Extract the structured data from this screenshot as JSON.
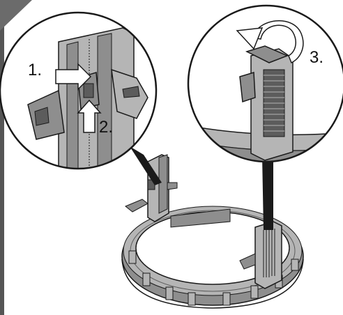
{
  "steps": [
    {
      "number": "1.",
      "description": ""
    },
    {
      "number": "2.",
      "description": ""
    },
    {
      "number": "3.",
      "description": ""
    }
  ],
  "colors": {
    "page": "#ffffff",
    "sidebar": "#555555",
    "corner_tab": "#6b6b6b",
    "outline": "#1a1a1a",
    "part_light": "#b5b5b5",
    "part_mid": "#8e8e8e",
    "part_dark": "#5c5c5c",
    "arrow_fill": "#ffffff"
  },
  "icons": [
    "arrow-right-icon",
    "arrow-up-icon",
    "rotate-arrow-icon"
  ]
}
